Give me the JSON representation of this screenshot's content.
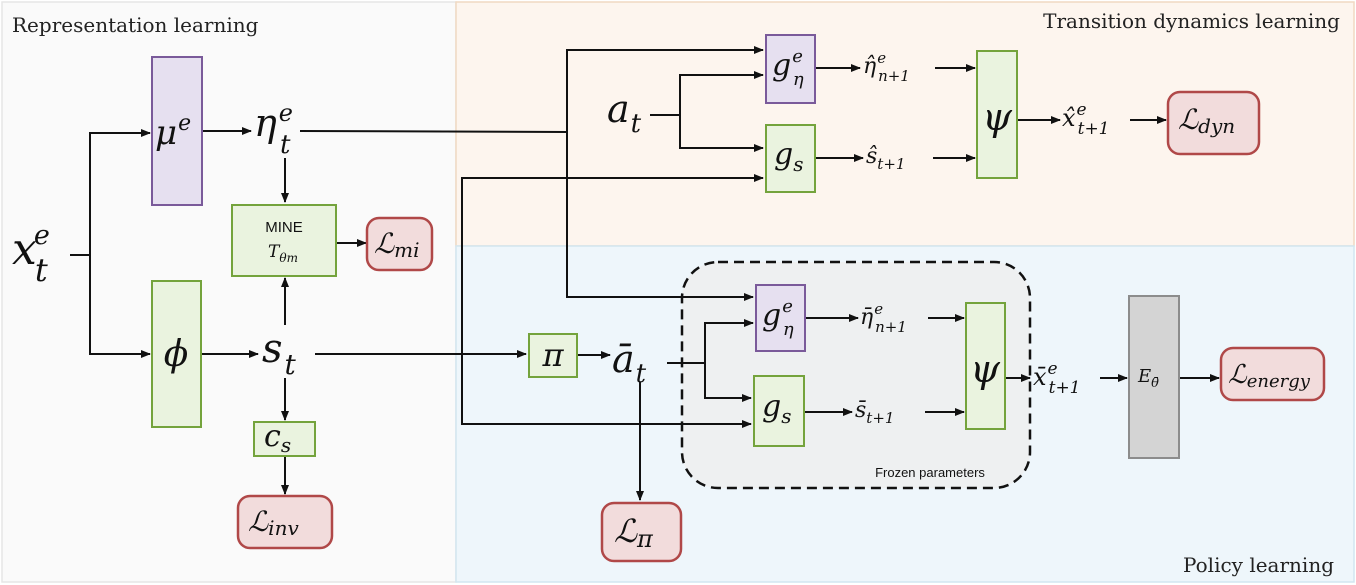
{
  "sections": {
    "representation": "Representation learning",
    "transition": "Transition dynamics learning",
    "policy": "Policy learning"
  },
  "inputs": {
    "x": "x",
    "x_sup": "e",
    "x_sub": "t",
    "a": "a",
    "a_sub": "t"
  },
  "representation": {
    "mu": "μ",
    "mu_sup": "e",
    "eta": "η",
    "eta_sup": "e",
    "eta_sub": "t",
    "phi": "ϕ",
    "s": "s",
    "s_sub": "t",
    "mine_title": "MINE",
    "mine_T": "T",
    "mine_T_sub": "θm",
    "cs": "c",
    "cs_sub": "s",
    "loss_mi": "ℒ",
    "loss_mi_sub": "mi",
    "loss_inv": "ℒ",
    "loss_inv_sub": "inv"
  },
  "transition": {
    "g_eta": "g",
    "g_eta_sup": "e",
    "g_eta_sub": "η",
    "g_s": "g",
    "g_s_sub": "s",
    "eta_hat": "η̂",
    "eta_hat_sup": "e",
    "eta_hat_sub": "n+1",
    "s_hat": "ŝ",
    "s_hat_sub": "t+1",
    "psi": "ψ",
    "x_hat": "x̂",
    "x_hat_sup": "e",
    "x_hat_sub": "t+1",
    "loss_dyn": "ℒ",
    "loss_dyn_sub": "dyn"
  },
  "policy": {
    "pi": "π",
    "a_bar": "ā",
    "a_bar_sub": "t",
    "g_eta": "g",
    "g_eta_sup": "e",
    "g_eta_sub": "η",
    "g_s": "g",
    "g_s_sub": "s",
    "eta_bar": "η̄",
    "eta_bar_sup": "e",
    "eta_bar_sub": "n+1",
    "s_bar": "s̄",
    "s_bar_sub": "t+1",
    "psi": "ψ",
    "x_bar": "x̄",
    "x_bar_sup": "e",
    "x_bar_sub": "t+1",
    "energy": "E",
    "energy_sub": "θ̄",
    "loss_energy": "ℒ",
    "loss_energy_sub": "energy",
    "loss_pi": "ℒ",
    "loss_pi_sub": "π",
    "frozen_label": "Frozen parameters"
  },
  "colors": {
    "purple_fill": "#e6e0f0",
    "purple_stroke": "#7a5a9a",
    "green_fill": "#eaf3df",
    "green_stroke": "#74a33c",
    "red_fill": "#f2dcdc",
    "red_stroke": "#b04848",
    "gray_fill": "#d4d4d4",
    "gray_stroke": "#8c8c8c"
  }
}
